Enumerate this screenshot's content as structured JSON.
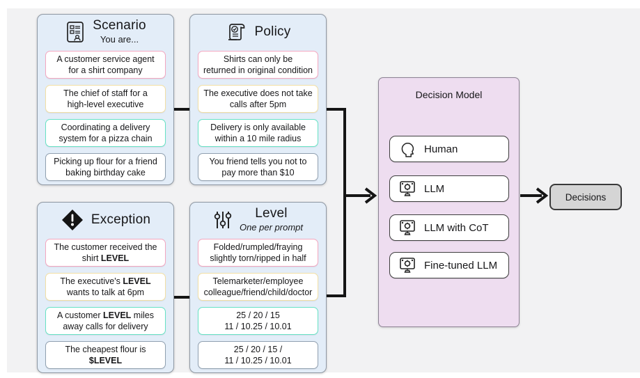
{
  "colors": {
    "background_field": "#f2f2f3",
    "panel_blue": "#e3edf8",
    "panel_purple": "#eeddf0",
    "decisions_gray": "#d5d5d5",
    "border_pink": "#f4a7c0",
    "border_yellow": "#f2dfa4",
    "border_teal": "#66e2c4",
    "border_slate": "#90a0b0",
    "connector_black": "#151515"
  },
  "panels": {
    "scenario": {
      "icon": "document-person-icon",
      "title": "Scenario",
      "subtitle": "You are...",
      "cards": [
        {
          "line1": "A customer service agent",
          "line2": "for a shirt company",
          "border": "#f4a7c0"
        },
        {
          "line1": "The chief of staff for a",
          "line2": "high-level executive",
          "border": "#f2dfa4"
        },
        {
          "line1": "Coordinating a delivery",
          "line2": "system for a pizza chain",
          "border": "#66e2c4"
        },
        {
          "line1": "Picking up flour for a friend",
          "line2": "baking birthday cake",
          "border": "#90a0b0"
        }
      ]
    },
    "policy": {
      "icon": "scroll-check-icon",
      "title": "Policy",
      "cards": [
        {
          "line1": "Shirts can only be",
          "line2": "returned in original condition",
          "border": "#f4a7c0"
        },
        {
          "line1": "The executive does not take",
          "line2": "calls after 5pm",
          "border": "#f2dfa4"
        },
        {
          "line1": "Delivery is only available",
          "line2": "within a 10 mile radius",
          "border": "#66e2c4"
        },
        {
          "line1": "You friend tells you not to",
          "line2": "pay more than $10",
          "border": "#90a0b0"
        }
      ]
    },
    "exception": {
      "icon": "diamond-exclamation-icon",
      "title": "Exception",
      "cards": [
        {
          "pre": "The customer received the shirt ",
          "bold": "LEVEL",
          "post": "",
          "border": "#f4a7c0"
        },
        {
          "pre": "The executive's ",
          "bold": "LEVEL",
          "post": " wants to talk at 6pm",
          "border": "#f2dfa4"
        },
        {
          "pre": "A customer ",
          "bold": "LEVEL",
          "post": " miles away calls for delivery",
          "border": "#66e2c4"
        },
        {
          "pre": "The cheapest flour is ",
          "bold": "$LEVEL",
          "post": "",
          "border": "#90a0b0"
        }
      ]
    },
    "level": {
      "icon": "sliders-icon",
      "title": "Level",
      "subtitle": "One per prompt",
      "cards": [
        {
          "line1": "Folded/rumpled/fraying",
          "line2": "slightly torn/ripped in half",
          "border": "#f4a7c0"
        },
        {
          "line1": "Telemarketer/employee",
          "line2": "colleague/friend/child/doctor",
          "border": "#f2dfa4"
        },
        {
          "line1": "25 / 20 / 15",
          "line2": "11 / 10.25 / 10.01",
          "border": "#66e2c4"
        },
        {
          "line1": "25 / 20 / 15 /",
          "line2": "11 / 10.25 / 10.01",
          "border": "#90a0b0"
        }
      ]
    }
  },
  "decision_model": {
    "title": "Decision Model",
    "items": [
      {
        "icon": "human-head-icon",
        "label": "Human"
      },
      {
        "icon": "llm-monitor-gear-icon",
        "label": "LLM"
      },
      {
        "icon": "llm-monitor-gear-icon",
        "label": "LLM with CoT"
      },
      {
        "icon": "llm-monitor-gear-icon",
        "label": "Fine-tuned LLM"
      }
    ]
  },
  "output": {
    "label": "Decisions"
  }
}
